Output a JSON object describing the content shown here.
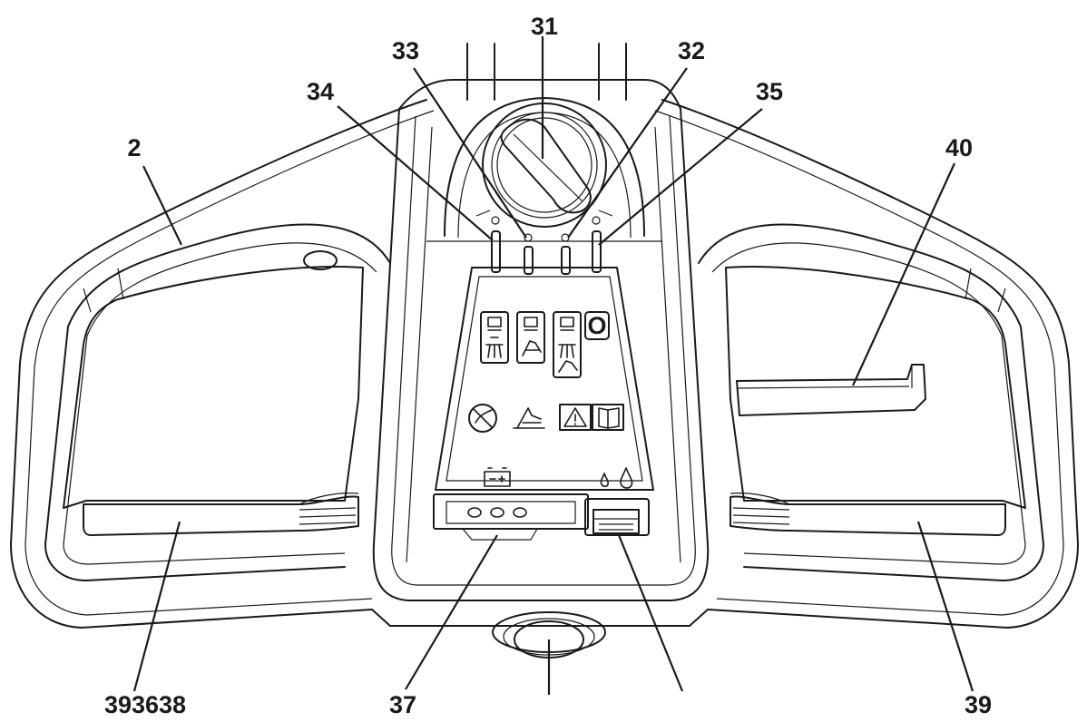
{
  "callouts": {
    "c31": "31",
    "c33": "33",
    "c32": "32",
    "c34": "34",
    "c35": "35",
    "c2": "2",
    "c40": "40",
    "c393638": "393638",
    "c37": "37",
    "c39": "39"
  },
  "panel": {
    "symbol_o": "O"
  },
  "icons": {
    "knob": "rotary-switch-icon",
    "no_brush": "prohibited-brush-icon",
    "warning": "warning-triangle-icon",
    "manual": "read-manual-icon",
    "battery": "battery-icon",
    "water_drop": "water-drop-icon"
  }
}
